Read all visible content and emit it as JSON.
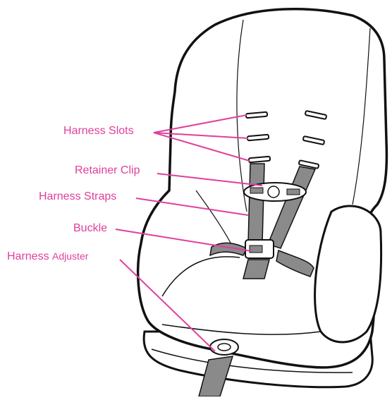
{
  "labels": {
    "harness_slots": "Harness Slots",
    "retainer_clip": "Retainer Clip",
    "harness_straps": "Harness Straps",
    "buckle": "Buckle",
    "harness_adjuster_first": "Harness",
    "harness_adjuster_second": "Adjuster"
  },
  "colors": {
    "label": "#e0409a",
    "outline": "#111111",
    "strap": "#8a8a8a",
    "seat_fill": "#ffffff"
  }
}
